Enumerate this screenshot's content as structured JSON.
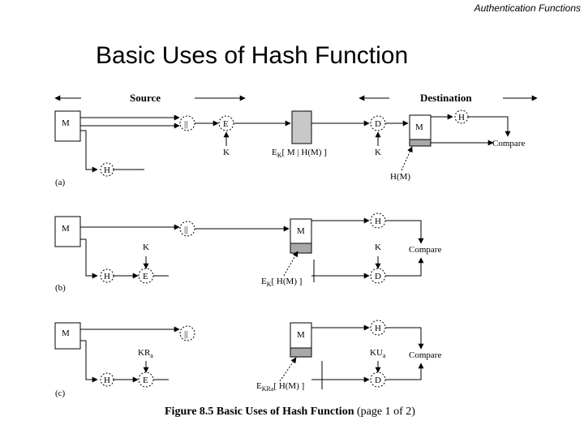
{
  "header": {
    "text": "Authentication Functions"
  },
  "title": "Basic Uses of Hash Function",
  "diagram": {
    "source": "Source",
    "destination": "Destination",
    "M": "M",
    "H": "H",
    "E": "E",
    "D": "D",
    "K": "K",
    "compare": "Compare",
    "a": {
      "label": "(a)",
      "ek_text": "E",
      "ek_sub": "K",
      "ek_rest": "[ M | H(M) ]",
      "hm": "H(M)"
    },
    "b": {
      "label": "(b)",
      "ek_text": "E",
      "ek_sub": "K",
      "ek_rest": "[ H(M) ]"
    },
    "c": {
      "label": "(c)",
      "kra_text": "KR",
      "kra_sub": "a",
      "kua_text": "KU",
      "kua_sub": "a",
      "ekra_text": "E",
      "ekra_sub": "KRa",
      "ekra_rest": "[ H(M) ]"
    }
  },
  "caption": {
    "bold": "Figure 8.5  Basic Uses of Hash Function",
    "rest": " (page 1 of 2)"
  }
}
